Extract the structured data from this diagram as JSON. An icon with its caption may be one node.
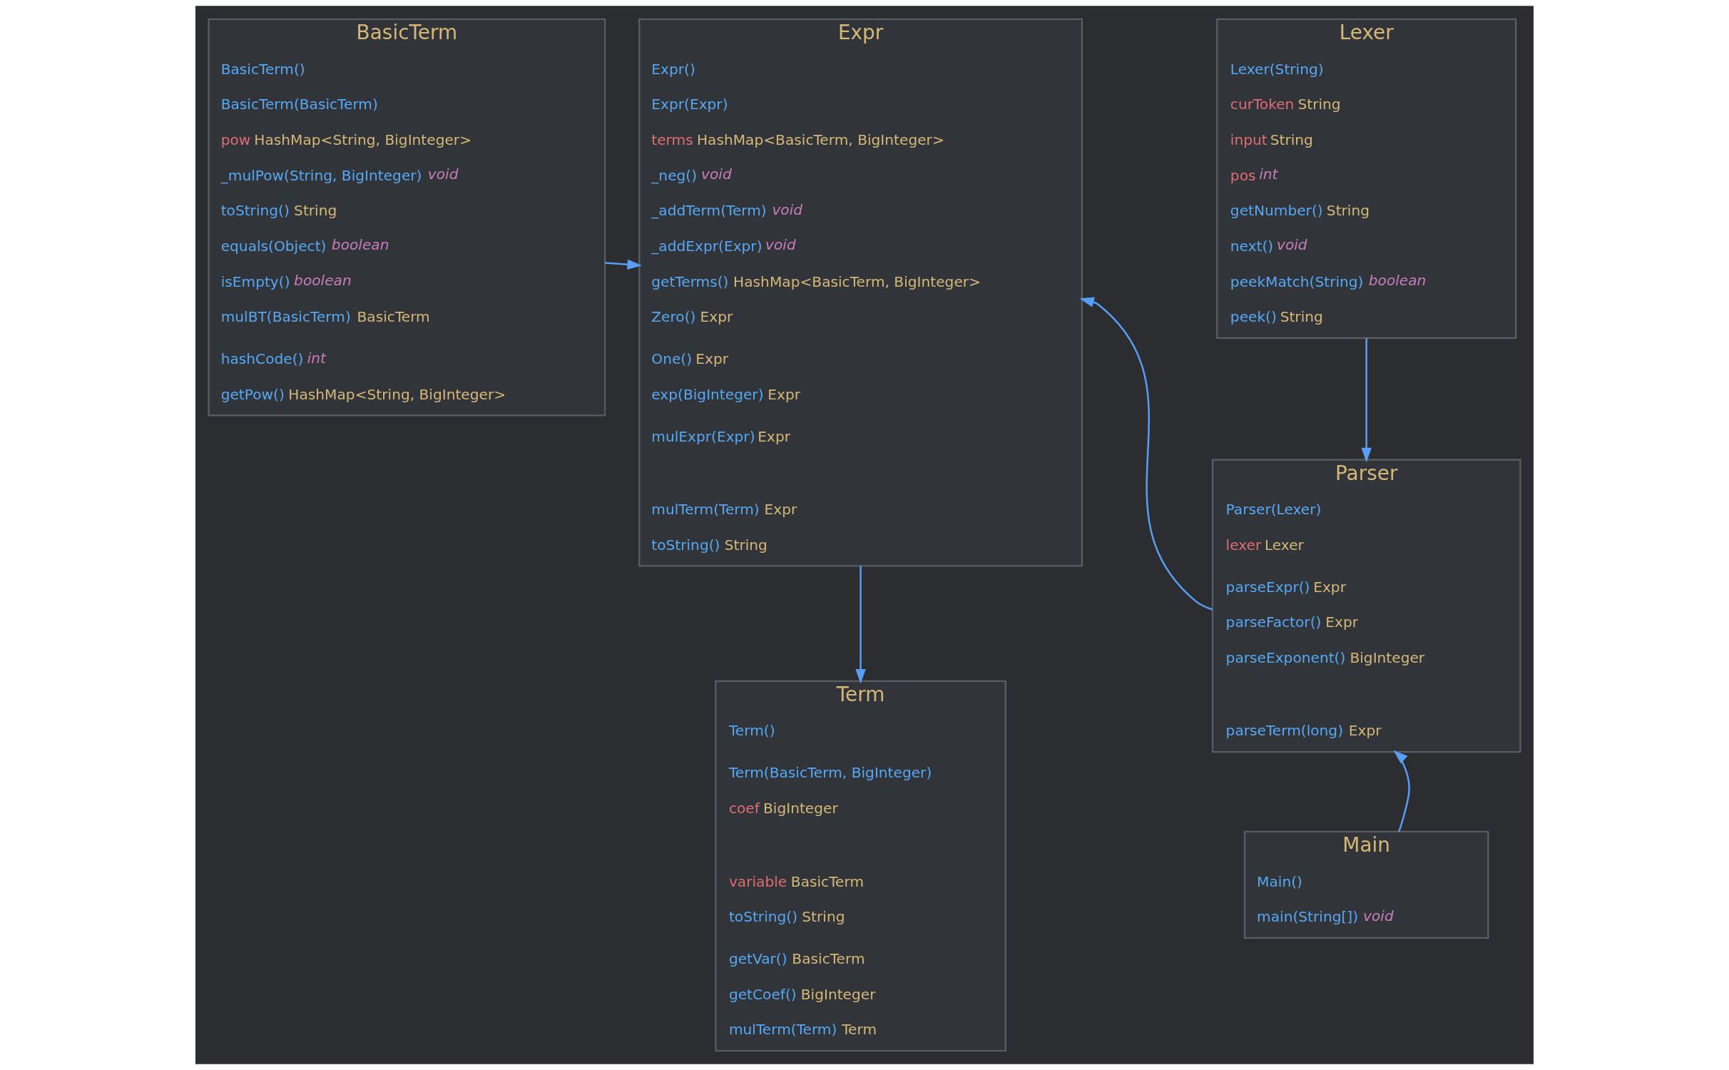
{
  "diagram": {
    "nodes": [
      {
        "text": [
          "BasicTerm"
        ]
      },
      {
        "text": [
          "BasicTerm()"
        ],
        "in": 0
      },
      {
        "text": [
          "BasicTerm(BasicTerm)"
        ],
        "in": 0
      },
      {
        "text": [
          "pow",
          "HashMap<String, BigInteger>"
        ],
        "in": 0
      },
      {
        "text": [
          "_mulPow(String, BigInteger)",
          "void"
        ],
        "in": 0
      },
      {
        "text": [
          "toString()",
          "String"
        ],
        "in": 0
      },
      {
        "text": [
          "equals(Object)",
          "boolean"
        ],
        "in": 0
      },
      {
        "text": [
          "isEmpty()",
          "boolean"
        ],
        "in": 0
      },
      {
        "text": [
          "mulBT(BasicTerm)",
          "BasicTerm"
        ],
        "in": 0
      },
      {
        "text": [
          "hashCode()",
          "int"
        ],
        "in": 0
      },
      {
        "text": [
          "getPow()",
          "HashMap<String, BigInteger>"
        ],
        "in": 0
      },
      {
        "text": [
          "Expr"
        ]
      },
      {
        "text": [
          "Expr()"
        ],
        "in": 11
      },
      {
        "text": [
          "Expr(Expr)"
        ],
        "in": 11
      },
      {
        "text": [
          "terms",
          "HashMap<BasicTerm, BigInteger>"
        ],
        "in": 11
      },
      {
        "text": [
          "_neg()",
          "void"
        ],
        "in": 11
      },
      {
        "text": [
          "_addTerm(Term)",
          "void"
        ],
        "in": 11
      },
      {
        "text": [
          "_addExpr(Expr)",
          "void"
        ],
        "in": 11
      },
      {
        "text": [
          "getTerms()",
          "HashMap<BasicTerm, BigInteger>"
        ],
        "in": 11
      },
      {
        "text": [
          "Zero()",
          "Expr"
        ],
        "in": 11
      },
      {
        "text": [
          "One()",
          "Expr"
        ],
        "in": 11
      },
      {
        "text": [
          "exp(BigInteger)",
          "Expr"
        ],
        "in": 11
      },
      {
        "text": [
          "mulExpr(Expr)",
          "Expr"
        ],
        "in": 11
      },
      {
        "text": [
          "mulTerm(Term)",
          "Expr"
        ],
        "in": 11
      },
      {
        "text": [
          "toString()",
          "String"
        ],
        "in": 11
      },
      {
        "text": [
          "Lexer"
        ]
      },
      {
        "text": [
          "Lexer(String)"
        ],
        "in": 25
      },
      {
        "text": [
          "curToken",
          "String"
        ],
        "in": 25
      },
      {
        "text": [
          "input",
          "String"
        ],
        "in": 25
      },
      {
        "text": [
          "pos",
          "int"
        ],
        "in": 25
      },
      {
        "text": [
          "getNumber()",
          "String"
        ],
        "in": 25
      },
      {
        "text": [
          "next()",
          "void"
        ],
        "in": 25
      },
      {
        "text": [
          "peekMatch(String)",
          "boolean"
        ],
        "in": 25
      },
      {
        "text": [
          "peek()",
          "String"
        ],
        "in": 25
      },
      {
        "text": [
          "Parser"
        ]
      },
      {
        "text": [
          "Parser(Lexer)"
        ],
        "in": 34
      },
      {
        "text": [
          "lexer",
          "Lexer"
        ],
        "in": 34
      },
      {
        "text": [
          "parseExpr()",
          "Expr"
        ],
        "in": 34
      },
      {
        "text": [
          "parseFactor()",
          "Expr"
        ],
        "in": 34
      },
      {
        "text": [
          "parseExponent()",
          "BigInteger"
        ],
        "in": 34
      },
      {
        "text": [
          "parseTerm(long)",
          "Expr"
        ],
        "in": 34
      },
      {
        "text": [
          "Term"
        ]
      },
      {
        "text": [
          "Term()"
        ],
        "in": 41
      },
      {
        "text": [
          "Term(BasicTerm, BigInteger)"
        ],
        "in": 41
      },
      {
        "text": [
          "coef",
          "BigInteger"
        ],
        "in": 41
      },
      {
        "text": [
          "variable",
          "BasicTerm"
        ],
        "in": 41
      },
      {
        "text": [
          "toString()",
          "String"
        ],
        "in": 41
      },
      {
        "text": [
          "getVar()",
          "BasicTerm"
        ],
        "in": 41
      },
      {
        "text": [
          "getCoef()",
          "BigInteger"
        ],
        "in": 41
      },
      {
        "text": [
          "mulTerm(Term)",
          "Term"
        ],
        "in": 41
      },
      {
        "text": [
          "Main"
        ]
      },
      {
        "text": [
          "Main()"
        ],
        "in": 50
      },
      {
        "text": [
          "main(String[])",
          "void"
        ],
        "in": 50
      }
    ],
    "edges": [
      {
        "from": 0,
        "to": 11,
        "arrow": "to"
      },
      {
        "from": 11,
        "to": 41,
        "arrow": "to"
      },
      {
        "from": 25,
        "to": 34,
        "arrow": "to"
      },
      {
        "from": 34,
        "to": 11,
        "arrow": "to"
      },
      {
        "from": 50,
        "to": 34,
        "arrow": "to"
      }
    ]
  }
}
